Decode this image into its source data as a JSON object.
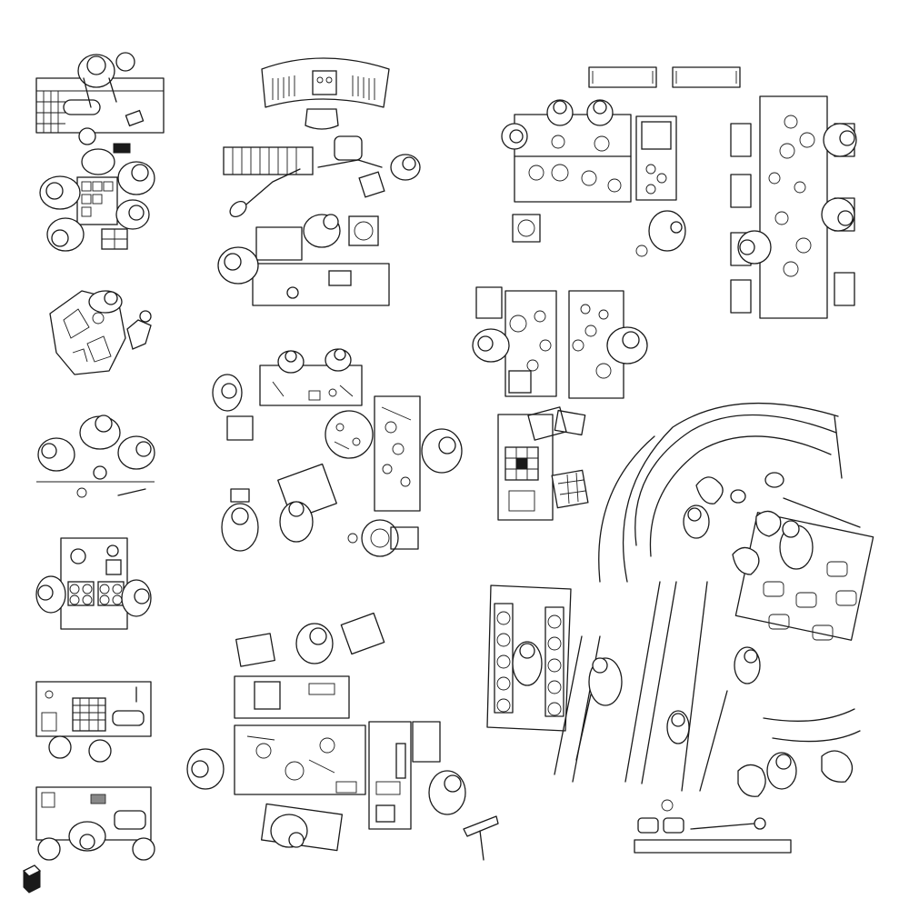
{
  "image": {
    "background": "#ffffff",
    "line_color": "#1a1a1a"
  },
  "groups": [
    {
      "id": "kitchen-counter-cook",
      "icon": "chef-icon"
    },
    {
      "id": "crafting-table-group",
      "icon": "people-icon"
    },
    {
      "id": "collage-work",
      "icon": "hands-icon"
    },
    {
      "id": "clay-sculpting",
      "icon": "people-icon"
    },
    {
      "id": "stove-cooking",
      "icon": "stove-icon"
    },
    {
      "id": "counter-appliances",
      "icon": "microwave-icon"
    },
    {
      "id": "sink-kitchen",
      "icon": "sink-icon"
    },
    {
      "id": "dj-console-desk",
      "icon": "console-icon"
    },
    {
      "id": "music-instruments-room",
      "icon": "keyboard-icon"
    },
    {
      "id": "dual-craft-desk",
      "icon": "scissors-icon"
    },
    {
      "id": "painting-tables",
      "icon": "palette-icon"
    },
    {
      "id": "toddler-play",
      "icon": "baby-icon"
    },
    {
      "id": "art-studio-tables",
      "icon": "easel-icon"
    },
    {
      "id": "dining-table-long",
      "icon": "dining-icon"
    },
    {
      "id": "cafe-tables",
      "icon": "plate-icon"
    },
    {
      "id": "puzzle-tables",
      "icon": "puzzle-icon"
    },
    {
      "id": "picnic-tables",
      "icon": "picnic-icon"
    },
    {
      "id": "waterslide-pool",
      "icon": "slide-icon"
    }
  ]
}
